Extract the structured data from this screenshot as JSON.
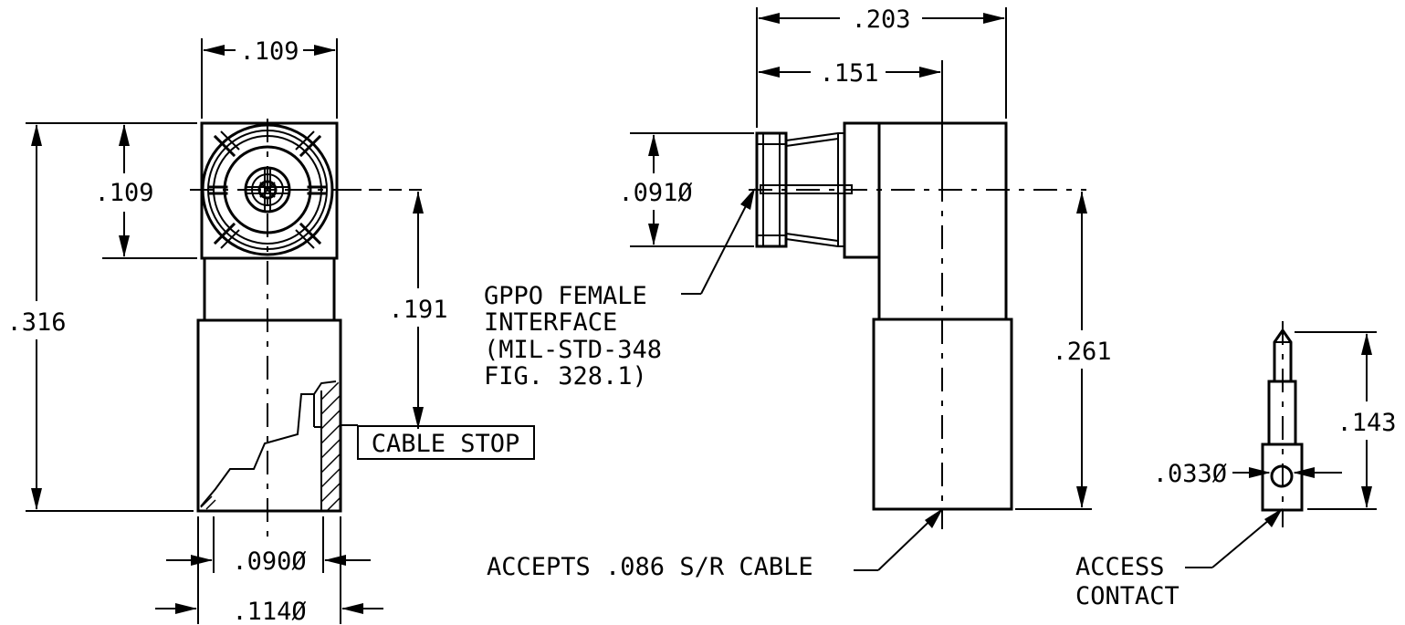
{
  "dimensions": {
    "front_width": ".109",
    "front_height": ".109",
    "overall_height": ".316",
    "center_to_bottom": ".191",
    "inner_dia": ".090Ø",
    "outer_dia": ".114Ø",
    "side_length": ".203",
    "side_to_center": ".151",
    "interface_dia": ".091Ø",
    "side_center_to_bottom": ".261",
    "contact_length": ".143",
    "contact_dia": ".033Ø"
  },
  "labels": {
    "cable_stop": "CABLE STOP",
    "gppo_1": "GPPO FEMALE",
    "gppo_2": "INTERFACE",
    "gppo_3": "(MIL-STD-348",
    "gppo_4": "FIG. 328.1)",
    "accepts": "ACCEPTS .086 S/R CABLE",
    "access_1": "ACCESS",
    "access_2": "CONTACT"
  }
}
